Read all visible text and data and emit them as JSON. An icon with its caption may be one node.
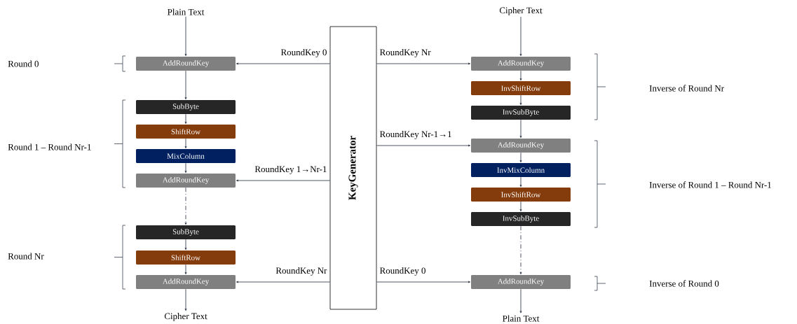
{
  "diagram": {
    "nodes": [
      {
        "text": [
          "Plain Text"
        ]
      },
      {
        "text": [
          "AddRoundKey"
        ]
      },
      {
        "text": [
          "SubByte"
        ]
      },
      {
        "text": [
          "ShiftRow"
        ]
      },
      {
        "text": [
          "MixColumn"
        ]
      },
      {
        "text": [
          "AddRoundKey"
        ]
      },
      {
        "text": [
          "SubByte"
        ]
      },
      {
        "text": [
          "ShiftRow"
        ]
      },
      {
        "text": [
          "AddRoundKey"
        ]
      },
      {
        "text": [
          "Cipher Text"
        ]
      },
      {
        "text": [
          "KeyGenerator"
        ]
      },
      {
        "text": [
          "Cipher Text"
        ]
      },
      {
        "text": [
          "AddRoundKey"
        ]
      },
      {
        "text": [
          "InvShiftRow"
        ]
      },
      {
        "text": [
          "InvSubByte"
        ]
      },
      {
        "text": [
          "AddRoundKey"
        ]
      },
      {
        "text": [
          "InvMixColumn"
        ]
      },
      {
        "text": [
          "InvShiftRow"
        ]
      },
      {
        "text": [
          "InvSubByte"
        ]
      },
      {
        "text": [
          "AddRoundKey"
        ]
      },
      {
        "text": [
          "Plain Text"
        ]
      }
    ],
    "edges": [
      {
        "from": 0,
        "to": 1,
        "arrow": "to"
      },
      {
        "from": 1,
        "to": 2,
        "arrow": "to"
      },
      {
        "from": 2,
        "to": 3,
        "arrow": "to"
      },
      {
        "from": 3,
        "to": 4,
        "arrow": "to"
      },
      {
        "from": 4,
        "to": 5,
        "arrow": "to"
      },
      {
        "from": 5,
        "to": 6,
        "arrow": "to",
        "style": "dashed"
      },
      {
        "from": 6,
        "to": 7,
        "arrow": "to"
      },
      {
        "from": 7,
        "to": 8,
        "arrow": "to"
      },
      {
        "from": 8,
        "to": 9,
        "arrow": "to"
      },
      {
        "from": 10,
        "to": 1,
        "arrow": "to",
        "label": "RoundKey 0"
      },
      {
        "from": 10,
        "to": 5,
        "arrow": "to",
        "label": "RoundKey 1→Nr-1"
      },
      {
        "from": 10,
        "to": 8,
        "arrow": "to",
        "label": "RoundKey Nr"
      },
      {
        "from": 10,
        "to": 12,
        "arrow": "to",
        "label": "RoundKey Nr"
      },
      {
        "from": 10,
        "to": 15,
        "arrow": "to",
        "label": "RoundKey Nr-1→1"
      },
      {
        "from": 10,
        "to": 19,
        "arrow": "to",
        "label": "RoundKey 0"
      },
      {
        "from": 11,
        "to": 12,
        "arrow": "to"
      },
      {
        "from": 12,
        "to": 13,
        "arrow": "to"
      },
      {
        "from": 13,
        "to": 14,
        "arrow": "to"
      },
      {
        "from": 14,
        "to": 15,
        "arrow": "to"
      },
      {
        "from": 15,
        "to": 16,
        "arrow": "to"
      },
      {
        "from": 16,
        "to": 17,
        "arrow": "to"
      },
      {
        "from": 17,
        "to": 18,
        "arrow": "to"
      },
      {
        "from": 18,
        "to": 19,
        "arrow": "to",
        "style": "dashed"
      },
      {
        "from": 19,
        "to": 20,
        "arrow": "to"
      }
    ],
    "labels": [
      "Round 0",
      "Round 1 – Round Nr-1",
      "Round Nr",
      "Inverse of Round Nr",
      "Inverse of Round 1 – Round Nr-1",
      "Inverse of Round 0"
    ]
  }
}
